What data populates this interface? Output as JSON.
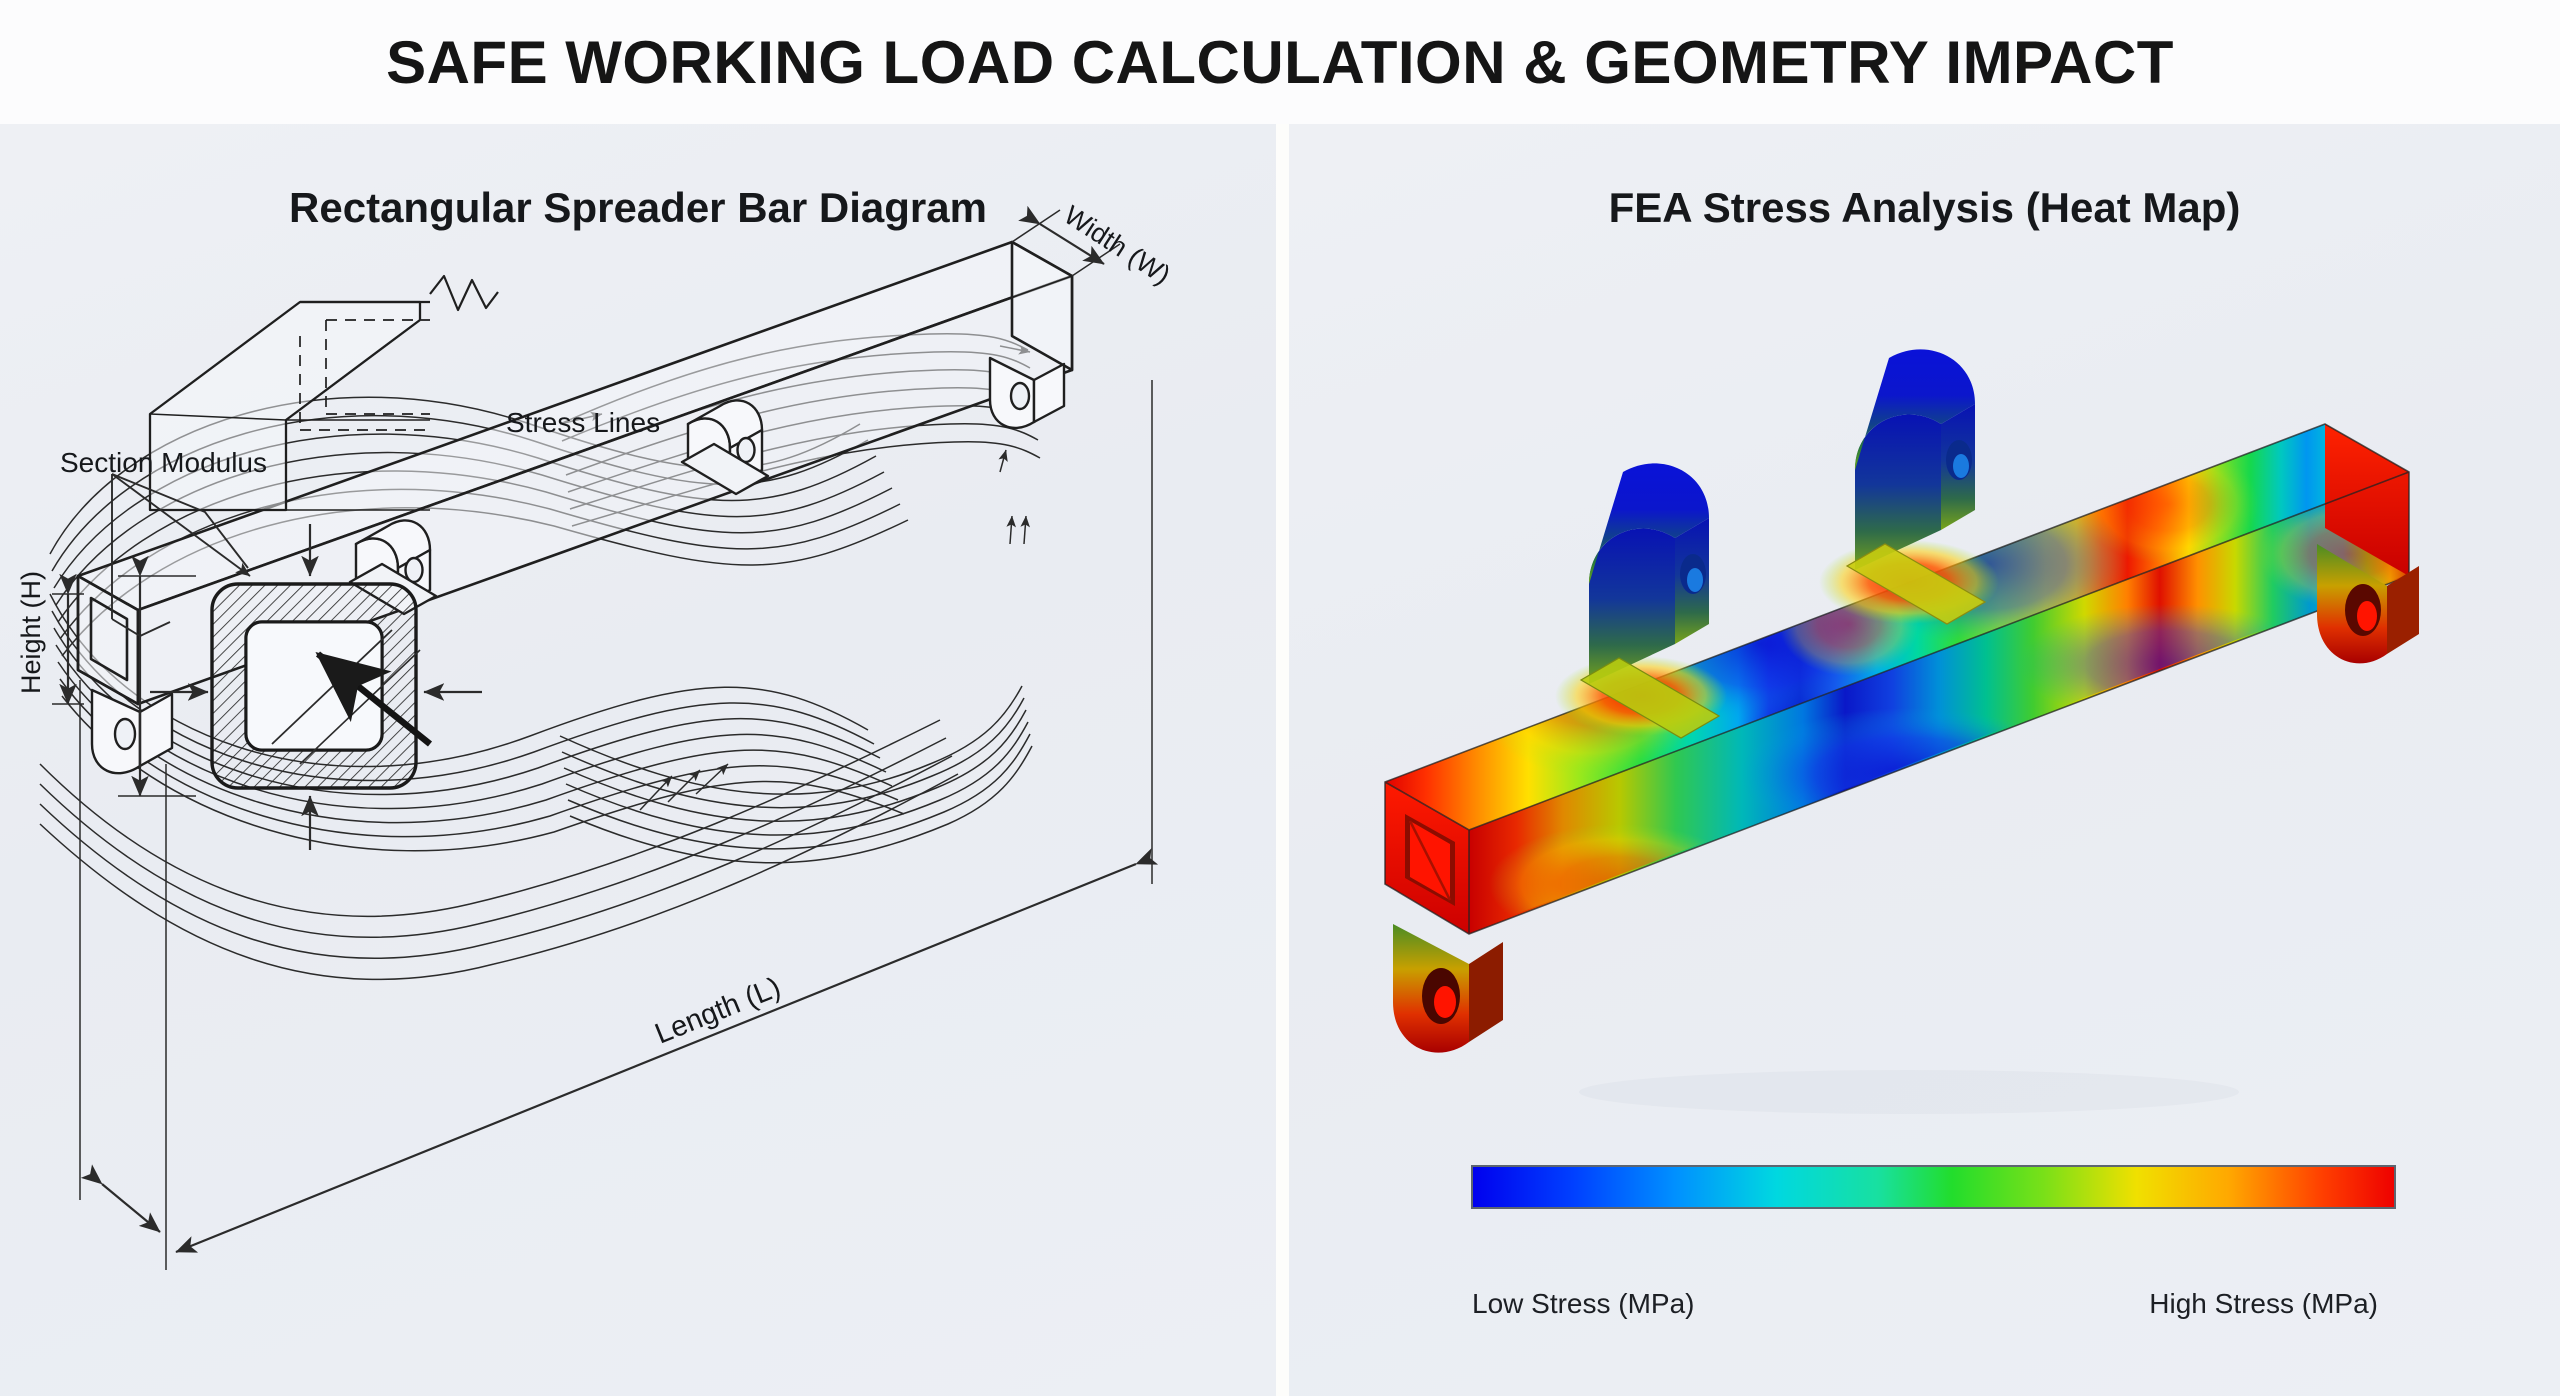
{
  "header": {
    "title": "SAFE WORKING LOAD CALCULATION & GEOMETRY IMPACT"
  },
  "panels": {
    "left": {
      "title": "Rectangular Spreader Bar Diagram",
      "annotations": {
        "section_modulus": "Section Modulus",
        "stress_lines": "Stress Lines",
        "width": "Width (W)",
        "height": "Height (H)",
        "length": "Length (L)"
      }
    },
    "right": {
      "title": "FEA Stress Analysis (Heat Map)",
      "legend": {
        "low": "Low Stress (MPa)",
        "high": "High Stress (MPa)",
        "colors": [
          "#0000ee",
          "#0060ff",
          "#00c8f0",
          "#28e0a8",
          "#3ade3a",
          "#9ee51a",
          "#f2e000",
          "#ffa000",
          "#ff4400",
          "#ee0000"
        ]
      }
    }
  },
  "colors": {
    "page_background": "#fbfbfc",
    "panel_background": "#eceff4",
    "divider": "#fdfdfb",
    "ink": "#2b2b2b",
    "title_text": "#151515"
  },
  "chart_data": {
    "type": "heatmap",
    "title": "FEA Stress Analysis (Heat Map)",
    "colormap": "jet",
    "legend_position": "bottom",
    "scale_labels": {
      "min": "Low Stress (MPa)",
      "max": "High Stress (MPa)"
    },
    "regions": [
      {
        "name": "left-end-face",
        "level": "high",
        "color": "#ee0000"
      },
      {
        "name": "left-end-lug",
        "level": "high",
        "color": "#e02020"
      },
      {
        "name": "inboard-lug-1-base",
        "level": "high",
        "color": "#ff2200"
      },
      {
        "name": "inboard-lug-1-body",
        "level": "low",
        "color": "#0b10d8"
      },
      {
        "name": "inboard-lug-2-base",
        "level": "high",
        "color": "#ff2200"
      },
      {
        "name": "inboard-lug-2-body",
        "level": "low",
        "color": "#0b10d8"
      },
      {
        "name": "mid-span-top",
        "level": "low",
        "color": "#0040f0"
      },
      {
        "name": "right-end-face",
        "level": "high",
        "color": "#ee0000"
      },
      {
        "name": "right-end-lug",
        "level": "high",
        "color": "#d03018"
      }
    ]
  }
}
